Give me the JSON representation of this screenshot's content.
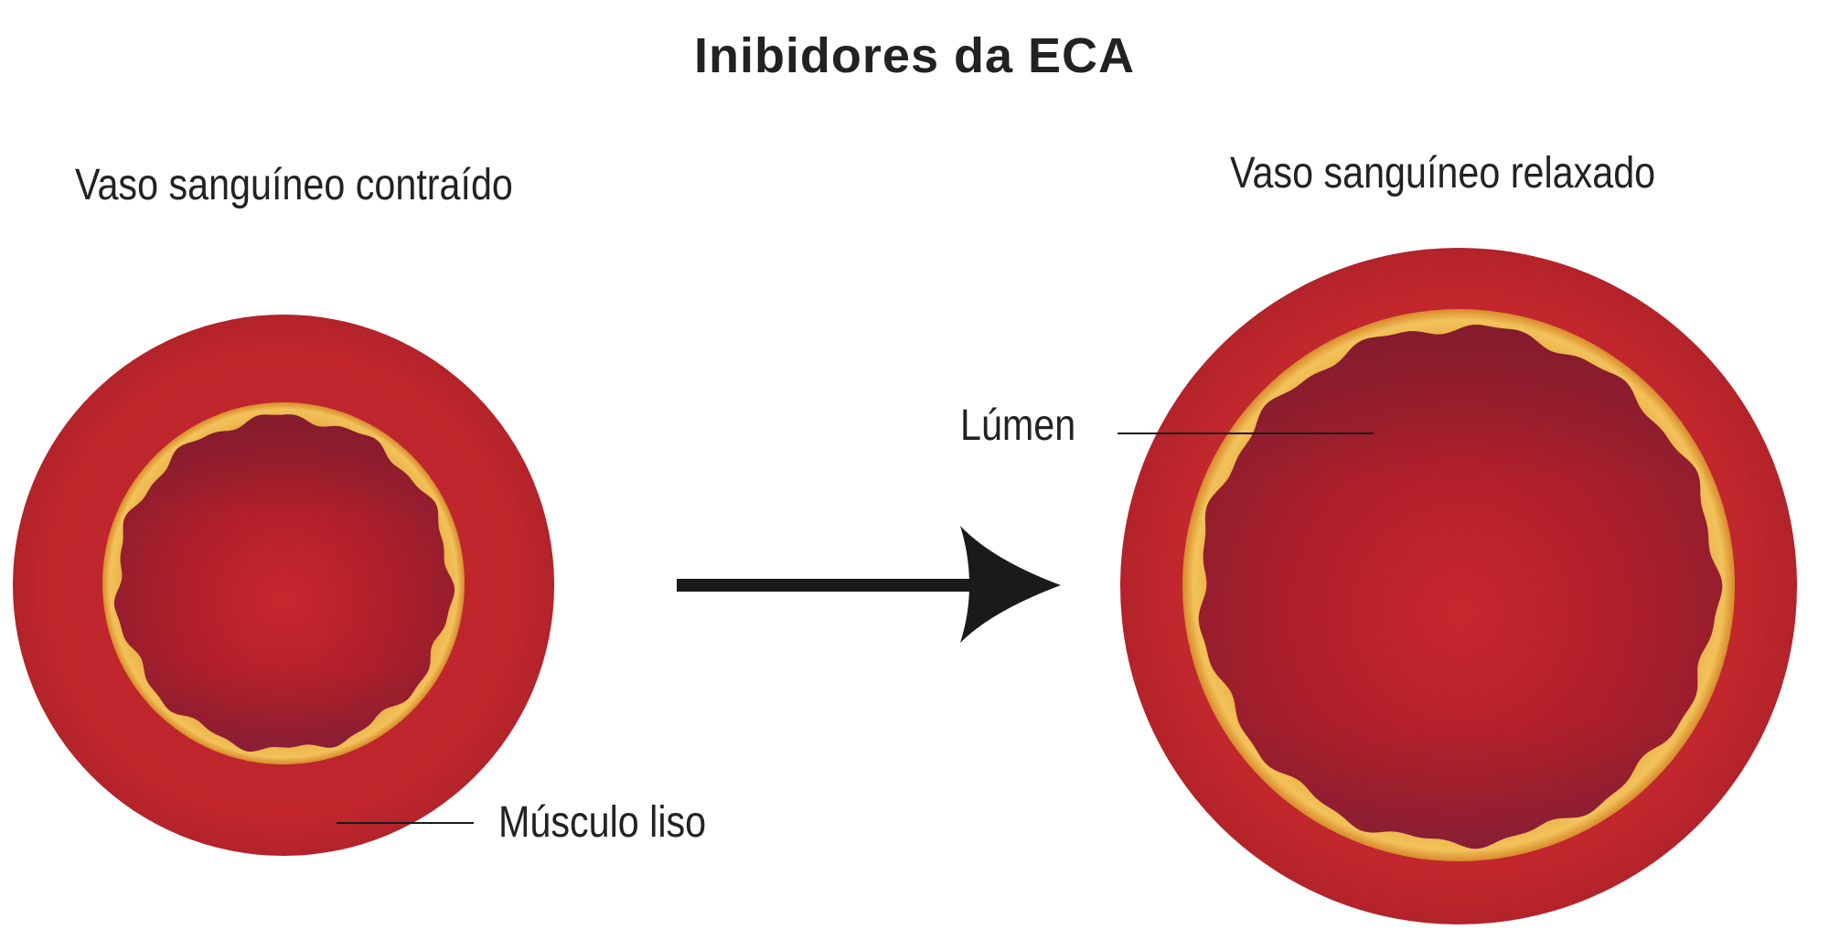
{
  "title": "Inibidores da ECA",
  "panels": {
    "left": {
      "caption": "Vaso sanguíneo contraído"
    },
    "right": {
      "caption": "Vaso sanguíneo relaxado"
    }
  },
  "callouts": {
    "lumen": "Lúmen",
    "smooth_muscle": "Músculo liso"
  },
  "colors": {
    "vessel_wall": "#c1272d",
    "endothelium": "#e8a23a",
    "lumen": "#b0202a",
    "arrow": "#1a1a1a"
  }
}
